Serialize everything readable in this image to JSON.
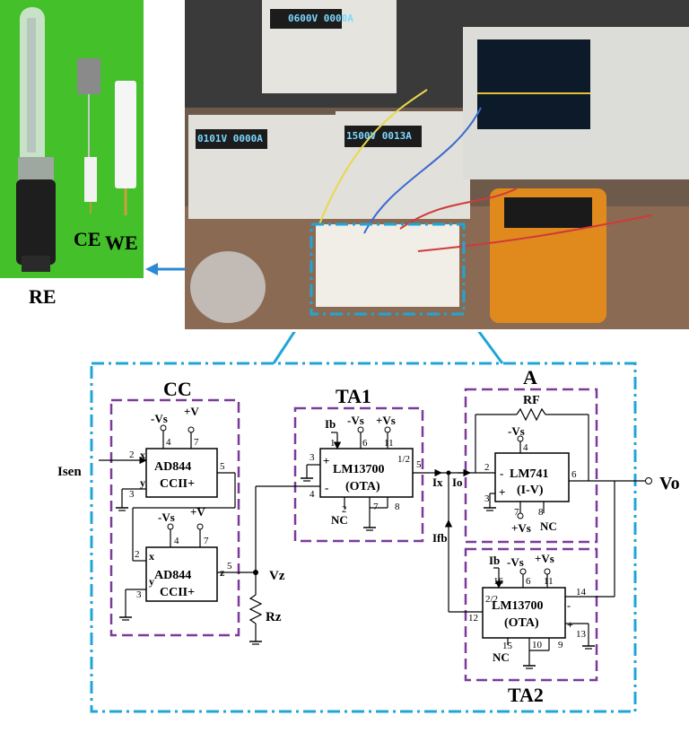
{
  "photo_labels": {
    "re": "RE",
    "ce": "CE",
    "we": "WE"
  },
  "instruments": {
    "supply_top": "0600V  0000A",
    "supply_left": "0101V  0000A",
    "supply_right": "1500V  0013A"
  },
  "blocks": {
    "cc": "CC",
    "ta1": "TA1",
    "amp": "A",
    "ta2": "TA2"
  },
  "chips": {
    "ad844_top": {
      "name": "AD844",
      "sub": "CCII+"
    },
    "ad844_bot": {
      "name": "AD844",
      "sub": "CCII+"
    },
    "ta1": {
      "name": "LM13700",
      "sub": "(OTA)"
    },
    "lm741": {
      "name": "LM741",
      "sub": "(I-V)"
    },
    "ta2": {
      "name": "LM13700",
      "sub": "(OTA)"
    }
  },
  "signals": {
    "i_sen": "Isen",
    "v_z": "Vz",
    "r_z": "Rz",
    "i_x": "Ix",
    "i_o": "Io",
    "i_fb": "Ifb",
    "r_f": "RF",
    "v_o": "Vo"
  },
  "supplies": {
    "neg": "-Vs",
    "pos": "+V",
    "pos_s": "+Vs",
    "ib": "Ib",
    "nc": "NC"
  },
  "pins": {
    "ad_top": [
      "4",
      "7",
      "2",
      "3",
      "5"
    ],
    "ad_bot": [
      "4",
      "7",
      "2",
      "3",
      "5"
    ],
    "ad_ports": [
      "x",
      "y",
      "z"
    ],
    "ta1": [
      "1",
      "6",
      "11",
      "3",
      "4",
      "5",
      "2",
      "7",
      "8",
      "1/2"
    ],
    "lm741": [
      "4",
      "2",
      "3",
      "6",
      "7",
      "8"
    ],
    "ta2": [
      "16",
      "6",
      "11",
      "12",
      "14",
      "15",
      "10",
      "9",
      "13",
      "2/2"
    ]
  },
  "colors": {
    "dashed_blue": "#1fa6d8",
    "dashed_purple": "#7a3c98",
    "arrow_blue": "#2a8ad6",
    "leaf_green": "#44c02a"
  }
}
